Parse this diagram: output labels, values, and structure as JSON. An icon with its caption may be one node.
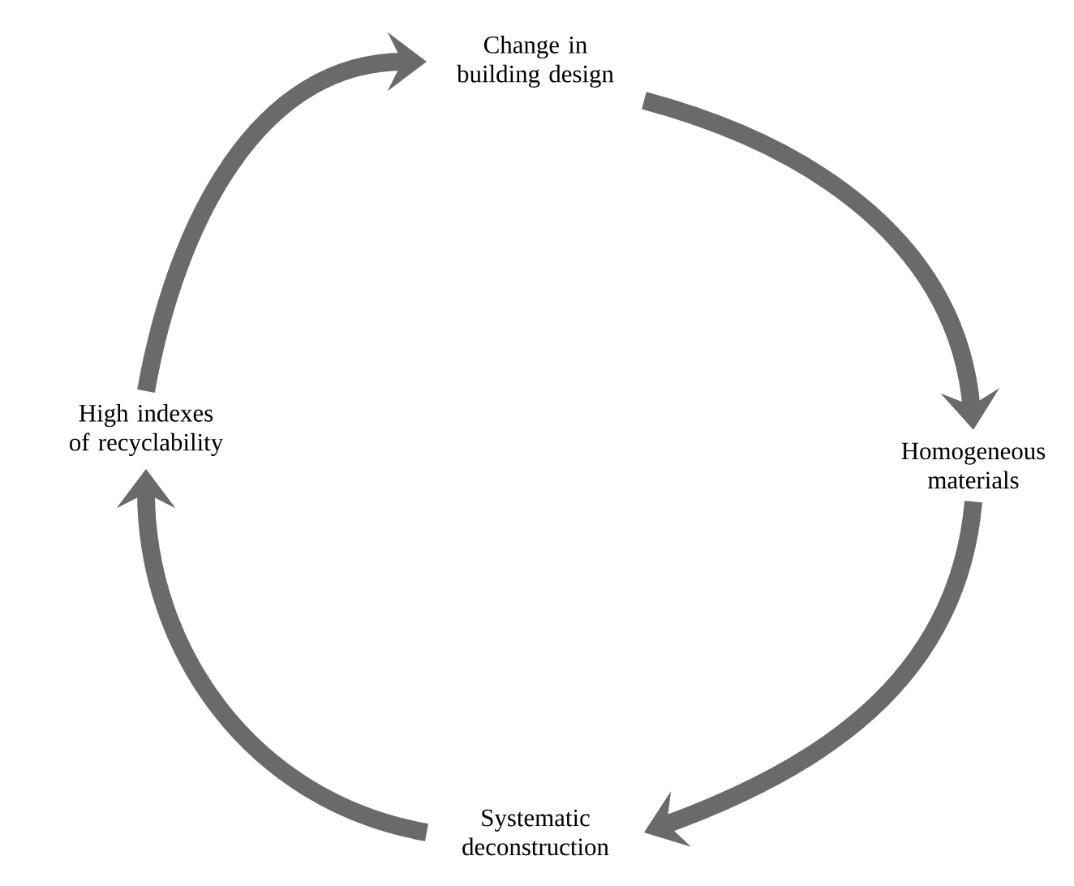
{
  "diagram": {
    "nodes": [
      {
        "text": [
          "Change in building design"
        ]
      },
      {
        "text": [
          "Homogeneous materials"
        ]
      },
      {
        "text": [
          "Systematic deconstruction"
        ]
      },
      {
        "text": [
          "High indexes of recyclability"
        ]
      }
    ],
    "edges": [
      {
        "from": 0,
        "to": 1,
        "arrow": "to"
      },
      {
        "from": 1,
        "to": 2,
        "arrow": "to"
      },
      {
        "from": 2,
        "to": 3,
        "arrow": "to"
      },
      {
        "from": 3,
        "to": 0,
        "arrow": "to"
      }
    ]
  }
}
